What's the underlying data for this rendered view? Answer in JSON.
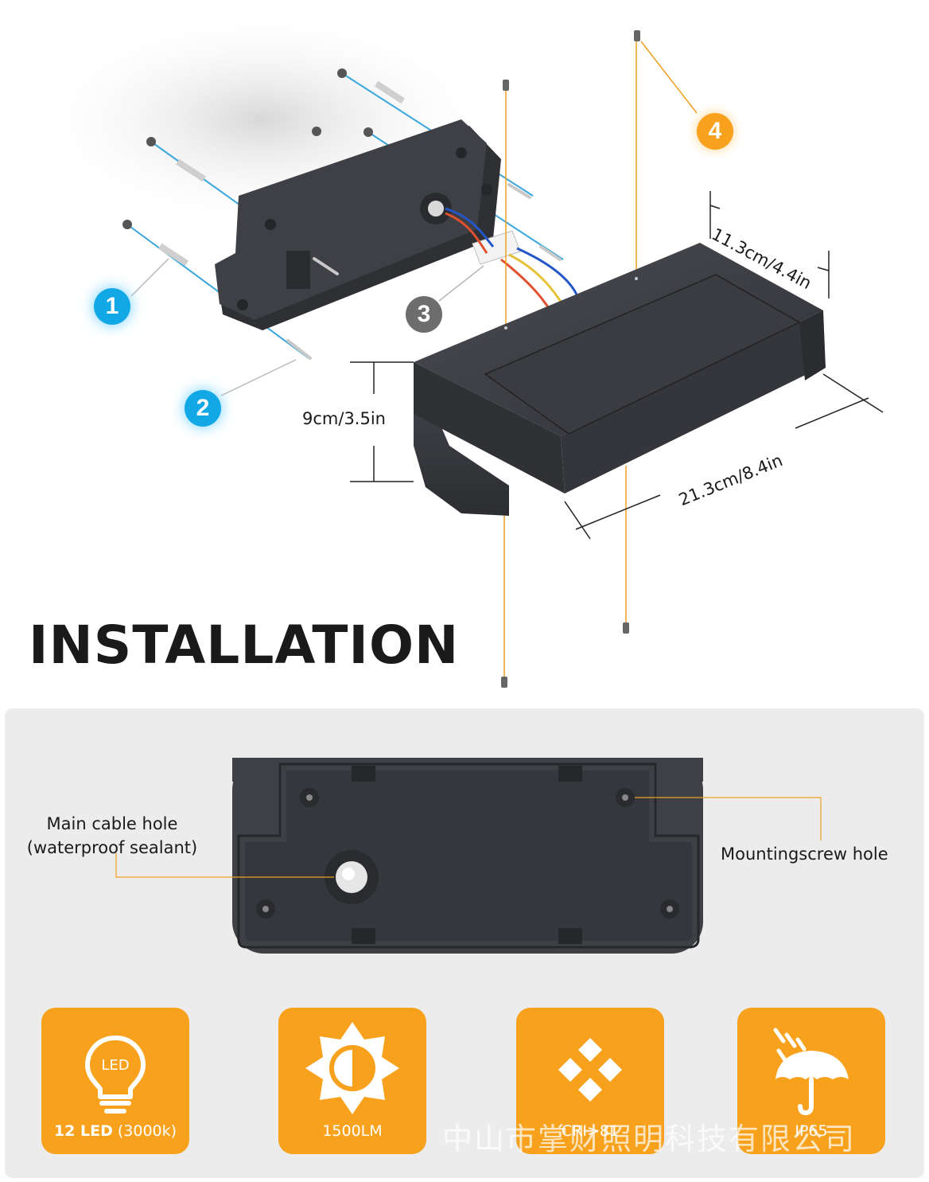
{
  "steps": {
    "s1": "1",
    "s2": "2",
    "s3": "3",
    "s4": "4"
  },
  "dimensions": {
    "depth": "11.3cm/4.4in",
    "height": "9cm/3.5in",
    "length": "21.3cm/8.4in"
  },
  "title": "INSTALLATION",
  "callouts": {
    "cable_hole_line1": "Main cable hole",
    "cable_hole_line2": "(waterproof sealant)",
    "mounting_hole": "Mountingscrew hole"
  },
  "features": [
    {
      "icon": "led-bulb-icon",
      "icon_text": "LED",
      "label_bold": "12 LED",
      "label_rest": " (3000k)"
    },
    {
      "icon": "brightness-icon",
      "label": "1500LM"
    },
    {
      "icon": "cri-diamond-icon",
      "label": "CRI>81"
    },
    {
      "icon": "umbrella-rain-icon",
      "label": "IP65"
    }
  ],
  "watermark": "中山市掌财照明科技有限公司",
  "colors": {
    "accent_orange": "#f8a11d",
    "step_blue": "#12a8e6",
    "step_gray": "#6d6d6d",
    "housing_dark": "#3d3f44",
    "panel_bg": "#ececec"
  }
}
